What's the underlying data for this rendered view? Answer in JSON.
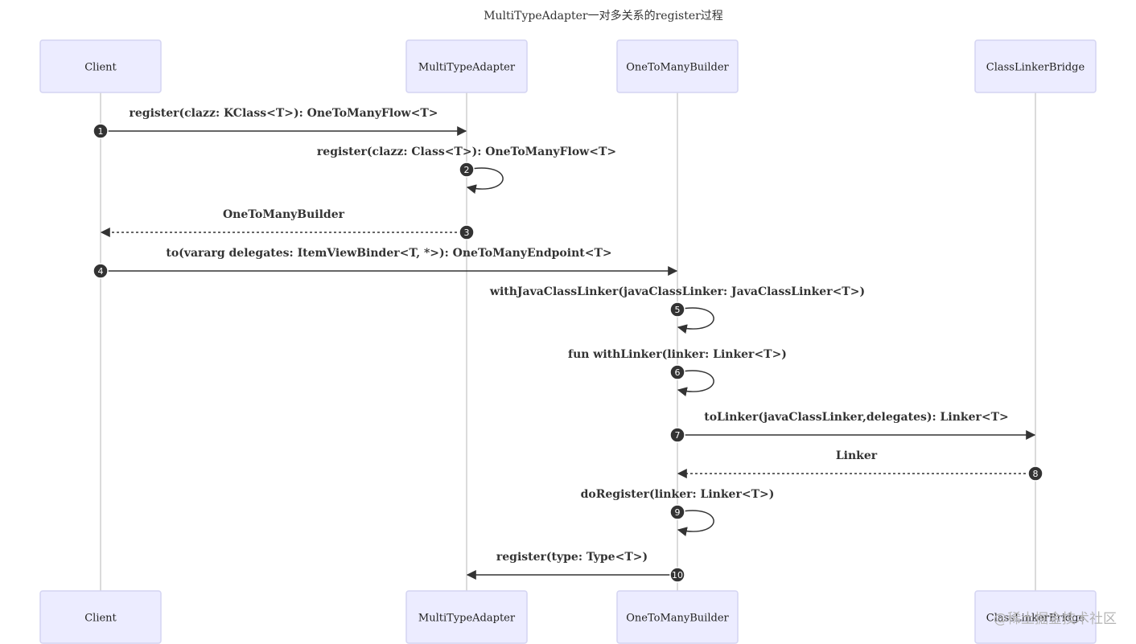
{
  "title": "MultiTypeAdapter一对多关系的register过程",
  "participants": [
    {
      "id": "client",
      "label": "Client"
    },
    {
      "id": "adapter",
      "label": "MultiTypeAdapter"
    },
    {
      "id": "builder",
      "label": "OneToManyBuilder"
    },
    {
      "id": "bridge",
      "label": "ClassLinkerBridge"
    }
  ],
  "messages": [
    {
      "seq": "1",
      "from": "client",
      "to": "adapter",
      "kind": "solid",
      "label": "register(clazz: KClass<T>): OneToManyFlow<T>"
    },
    {
      "seq": "2",
      "from": "adapter",
      "to": "adapter",
      "kind": "self",
      "label": "register(clazz: Class<T>): OneToManyFlow<T>"
    },
    {
      "seq": "3",
      "from": "adapter",
      "to": "client",
      "kind": "dashed",
      "label": "OneToManyBuilder"
    },
    {
      "seq": "4",
      "from": "client",
      "to": "builder",
      "kind": "solid",
      "label": "to(vararg delegates: ItemViewBinder<T, *>): OneToManyEndpoint<T>"
    },
    {
      "seq": "5",
      "from": "builder",
      "to": "builder",
      "kind": "self",
      "label": "withJavaClassLinker(javaClassLinker: JavaClassLinker<T>)"
    },
    {
      "seq": "6",
      "from": "builder",
      "to": "builder",
      "kind": "self",
      "label": "fun withLinker(linker: Linker<T>)"
    },
    {
      "seq": "7",
      "from": "builder",
      "to": "bridge",
      "kind": "solid",
      "label": "toLinker(javaClassLinker,delegates): Linker<T>"
    },
    {
      "seq": "8",
      "from": "bridge",
      "to": "builder",
      "kind": "dashed",
      "label": "Linker"
    },
    {
      "seq": "9",
      "from": "builder",
      "to": "builder",
      "kind": "self",
      "label": "doRegister(linker: Linker<T>)"
    },
    {
      "seq": "10",
      "from": "builder",
      "to": "adapter",
      "kind": "solid",
      "label": "register(type: Type<T>)"
    }
  ],
  "watermark": "@稀土掘金技术社区"
}
